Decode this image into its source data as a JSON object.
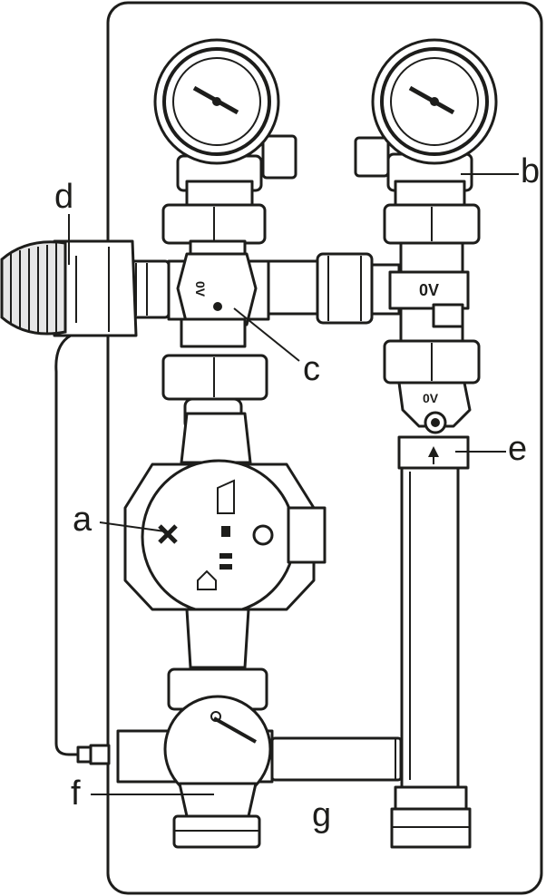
{
  "labels": {
    "a": "a",
    "b": "b",
    "c": "c",
    "d": "d",
    "e": "e",
    "f": "f",
    "g": "g"
  },
  "valve_marks": {
    "open_close_upper": "0V",
    "open_close_right": "0V",
    "open_close_lower": "0V"
  },
  "colors": {
    "line": "#1d1d1b",
    "fill": "#ffffff"
  }
}
